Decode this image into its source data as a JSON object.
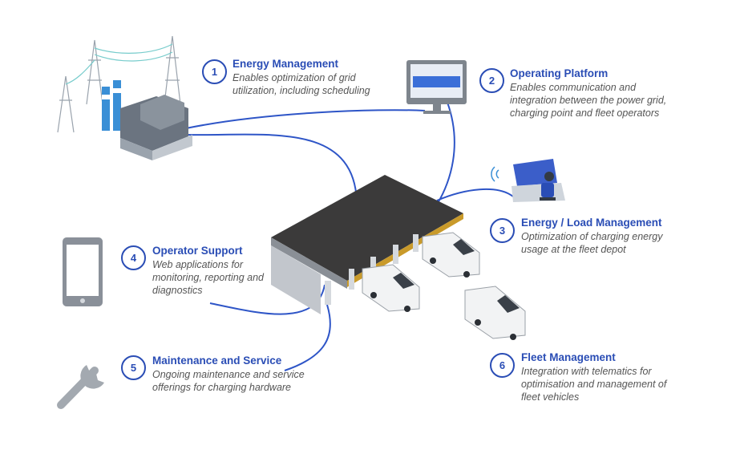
{
  "accent_color": "#2a4db5",
  "line_color": "#2e55c7",
  "items": [
    {
      "number": "1",
      "title": "Energy Management",
      "description": "Enables optimization of grid utilization, including scheduling",
      "icon": "power-plant-icon"
    },
    {
      "number": "2",
      "title": "Operating Platform",
      "description": "Enables communication and integration between the power grid, charging point and fleet operators",
      "icon": "monitor-icon"
    },
    {
      "number": "3",
      "title": "Energy / Load Management",
      "description": "Optimization of charging energy usage at the fleet depot",
      "icon": "control-room-icon"
    },
    {
      "number": "4",
      "title": "Operator Support",
      "description": "Web applications for monitoring, reporting and diagnostics",
      "icon": "smartphone-icon"
    },
    {
      "number": "5",
      "title": "Maintenance and Service",
      "description": "Ongoing maintenance and service offerings for charging hardware",
      "icon": "wrench-icon"
    },
    {
      "number": "6",
      "title": "Fleet Management",
      "description": "Integration with telematics for optimisation and management of fleet vehicles",
      "icon": "van-icon"
    }
  ]
}
